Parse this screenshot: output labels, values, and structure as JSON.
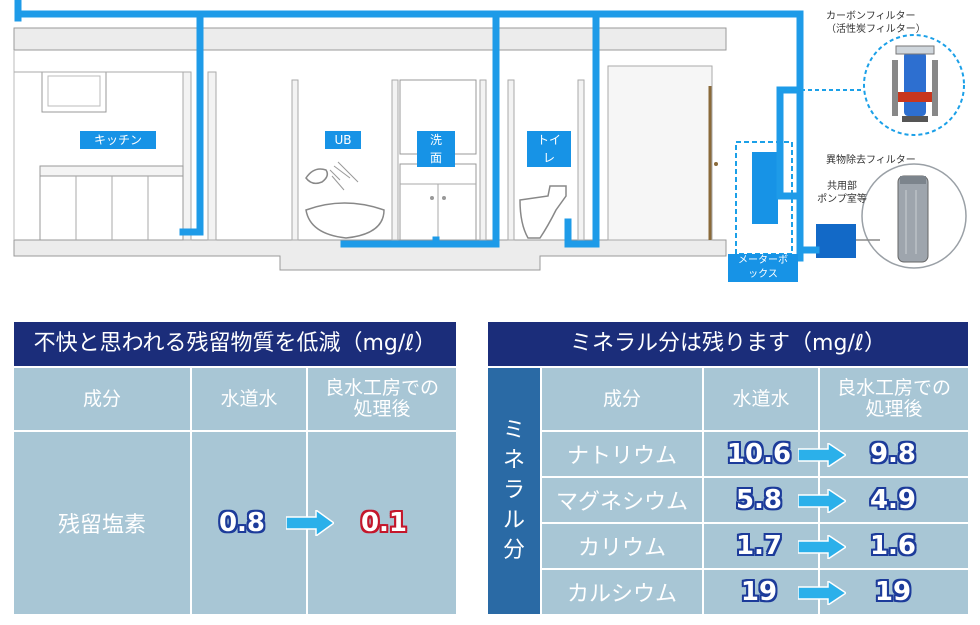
{
  "diagram": {
    "rooms": {
      "kitchen": "キッチン",
      "ub": "UB",
      "washroom": "洗面",
      "toilet": "トイレ"
    },
    "meter_box": "メーターボックス",
    "carbon_filter": {
      "line1": "カーボンフィルター",
      "line2": "（活性炭フィルター）"
    },
    "foreign_filter": "異物除去フィルター",
    "pump_room": {
      "line1": "共用部",
      "line2": "ポンプ室等"
    },
    "colors": {
      "pipe": "#1e9be8",
      "label_bg": "#1793e6",
      "tank": "#1269c7"
    }
  },
  "table_left": {
    "title": "不快と思われる残留物質を低減（mg/ℓ）",
    "headers": [
      "成分",
      "水道水",
      "良水工房での\n処理後"
    ],
    "header_after_line1": "良水工房での",
    "header_after_line2": "処理後",
    "rows": [
      {
        "component": "残留塩素",
        "tap": "0.8",
        "after": "0.1"
      }
    ]
  },
  "table_right": {
    "title": "ミネラル分は残ります（mg/ℓ）",
    "side_label": [
      "ミ",
      "ネ",
      "ラ",
      "ル",
      "分"
    ],
    "headers": [
      "成分",
      "水道水",
      "良水工房での\n処理後"
    ],
    "header_after_line1": "良水工房での",
    "header_after_line2": "処理後",
    "rows": [
      {
        "component": "ナトリウム",
        "tap": "10.6",
        "after": "9.8"
      },
      {
        "component": "マグネシウム",
        "tap": "5.8",
        "after": "4.9"
      },
      {
        "component": "カリウム",
        "tap": "1.7",
        "after": "1.6"
      },
      {
        "component": "カルシウム",
        "tap": "19",
        "after": "19"
      }
    ]
  },
  "colors": {
    "title_bg": "#1b2d7a",
    "table_bg": "#a8c6d5",
    "side_bg": "#2a6aa5",
    "arrow": "#2bb0ea",
    "value_blue": "#1c3b9a",
    "value_red": "#c4162b"
  }
}
